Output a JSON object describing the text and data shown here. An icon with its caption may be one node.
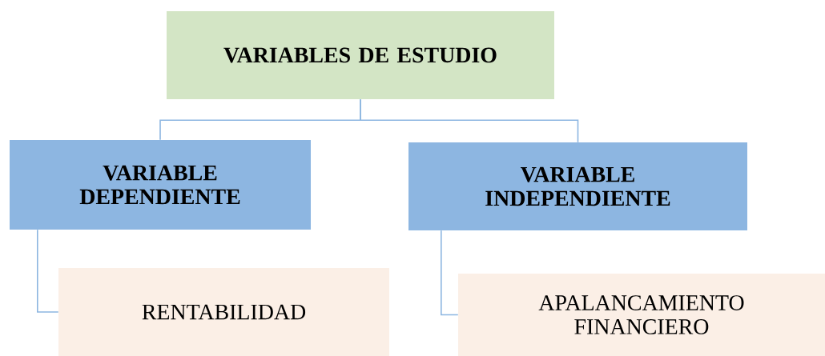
{
  "diagram": {
    "nodes": [
      {
        "text": [
          "VARIABLES DE ESTUDIO"
        ]
      },
      {
        "text": [
          "VARIABLE DEPENDIENTE"
        ]
      },
      {
        "text": [
          "VARIABLE INDEPENDIENTE"
        ]
      },
      {
        "text": [
          "RENTABILIDAD"
        ]
      },
      {
        "text": [
          "APALANCAMIENTO FINANCIERO"
        ]
      }
    ],
    "edges": [
      {
        "from": 0,
        "to": 1,
        "arrow": "none"
      },
      {
        "from": 0,
        "to": 2,
        "arrow": "none"
      },
      {
        "from": 1,
        "to": 3,
        "arrow": "none"
      },
      {
        "from": 2,
        "to": 4,
        "arrow": "none"
      }
    ]
  }
}
